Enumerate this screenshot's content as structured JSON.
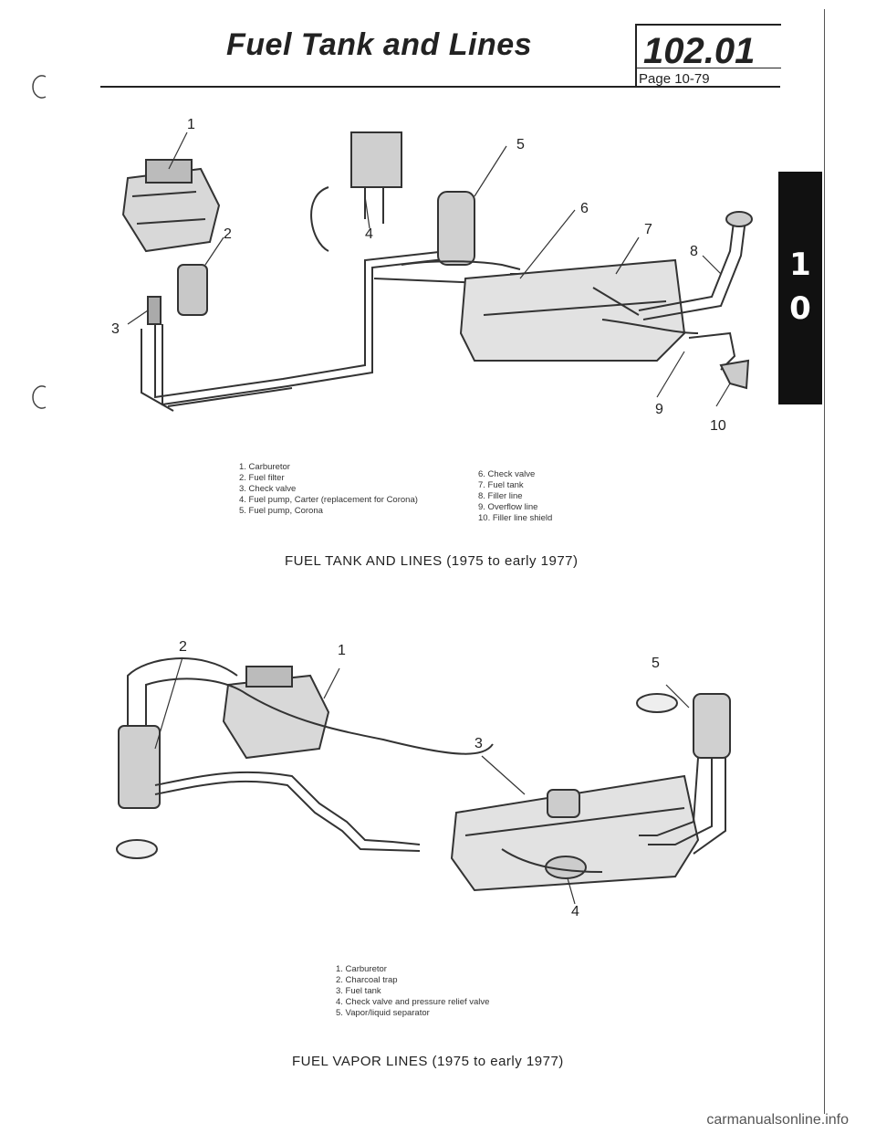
{
  "header": {
    "title": "Fuel Tank and Lines",
    "section_number": "102.01",
    "page_label": "Page 10-79"
  },
  "side_tab": {
    "chars": [
      "1",
      "0"
    ]
  },
  "figure1": {
    "callouts": [
      "1",
      "2",
      "3",
      "4",
      "5",
      "6",
      "7",
      "8",
      "9",
      "10"
    ],
    "legend_left": [
      "1. Carburetor",
      "2. Fuel filter",
      "3. Check valve",
      "4. Fuel pump, Carter (replacement for Corona)",
      "5. Fuel pump, Corona"
    ],
    "legend_right": [
      "6. Check valve",
      "7. Fuel tank",
      "8. Filler line",
      "9. Overflow line",
      "10. Filler line shield"
    ],
    "caption": "FUEL TANK AND LINES (1975 to early 1977)"
  },
  "figure2": {
    "callouts": [
      "1",
      "2",
      "3",
      "4",
      "5"
    ],
    "legend": [
      "1. Carburetor",
      "2. Charcoal trap",
      "3. Fuel tank",
      "4. Check valve and pressure relief valve",
      "5. Vapor/liquid separator"
    ],
    "caption": "FUEL VAPOR LINES (1975 to early 1977)"
  },
  "footer": {
    "watermark": "carmanualsonline.info"
  }
}
